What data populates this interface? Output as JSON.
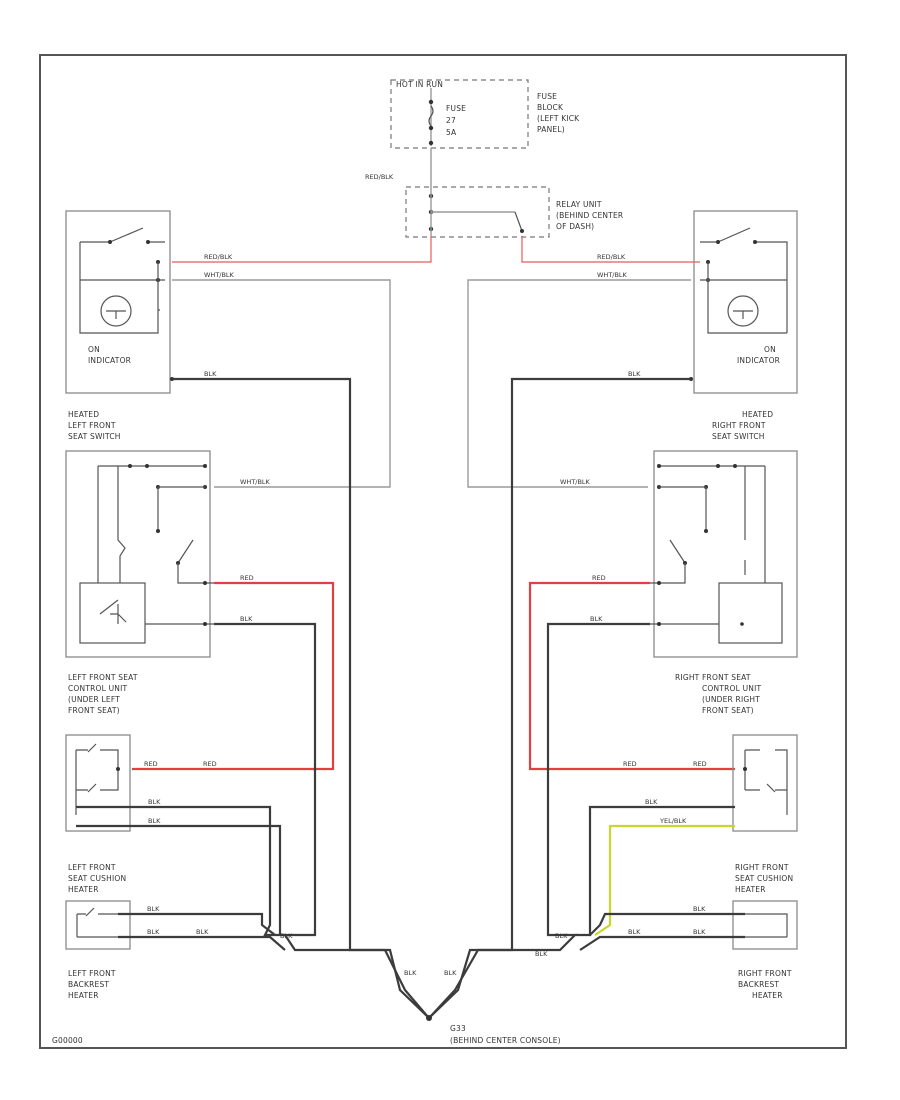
{
  "diagram": {
    "fuse_block": {
      "top_label": "HOT IN RUN",
      "fuse_lines": [
        "FUSE",
        "27",
        "5A"
      ],
      "description": [
        "FUSE",
        "BLOCK",
        "(LEFT KICK",
        "PANEL)"
      ]
    },
    "relay": {
      "description": [
        "RELAY UNIT",
        "(BEHIND CENTER",
        "OF DASH)"
      ]
    },
    "left_switch": {
      "indicator_label": [
        "ON",
        "INDICATOR"
      ],
      "title": [
        "HEATED",
        "LEFT FRONT",
        "SEAT SWITCH"
      ]
    },
    "right_switch": {
      "indicator_label": [
        "ON",
        "INDICATOR"
      ],
      "title": [
        "HEATED",
        "RIGHT FRONT",
        "SEAT SWITCH"
      ]
    },
    "left_control": {
      "title": [
        "LEFT FRONT SEAT",
        "CONTROL UNIT",
        "(UNDER LEFT",
        "FRONT SEAT)"
      ]
    },
    "right_control": {
      "title": [
        "RIGHT FRONT SEAT",
        "CONTROL UNIT",
        "(UNDER RIGHT",
        "FRONT SEAT)"
      ]
    },
    "left_cushion": {
      "title": [
        "LEFT FRONT",
        "SEAT CUSHION",
        "HEATER"
      ]
    },
    "left_backrest": {
      "title": [
        "LEFT FRONT",
        "BACKREST",
        "HEATER"
      ]
    },
    "right_cushion": {
      "title": [
        "RIGHT FRONT",
        "SEAT CUSHION",
        "HEATER"
      ]
    },
    "right_backrest": {
      "title": [
        "RIGHT FRONT",
        "BACKREST",
        "HEATER"
      ]
    },
    "ground": {
      "id": "G33",
      "location": "(BEHIND CENTER CONSOLE)"
    },
    "wires": {
      "red_blk": "RED/BLK",
      "wht_blk": "WHT/BLK",
      "blk": "BLK",
      "red": "RED",
      "yel_blk": "YEL/BLK"
    },
    "figure_id": "G00000",
    "colors": {
      "red_wire": "#e04040",
      "yellow_wire": "#c8d630",
      "black_wire": "#3c3c3c",
      "gray_wire": "#9a9a9a"
    }
  }
}
